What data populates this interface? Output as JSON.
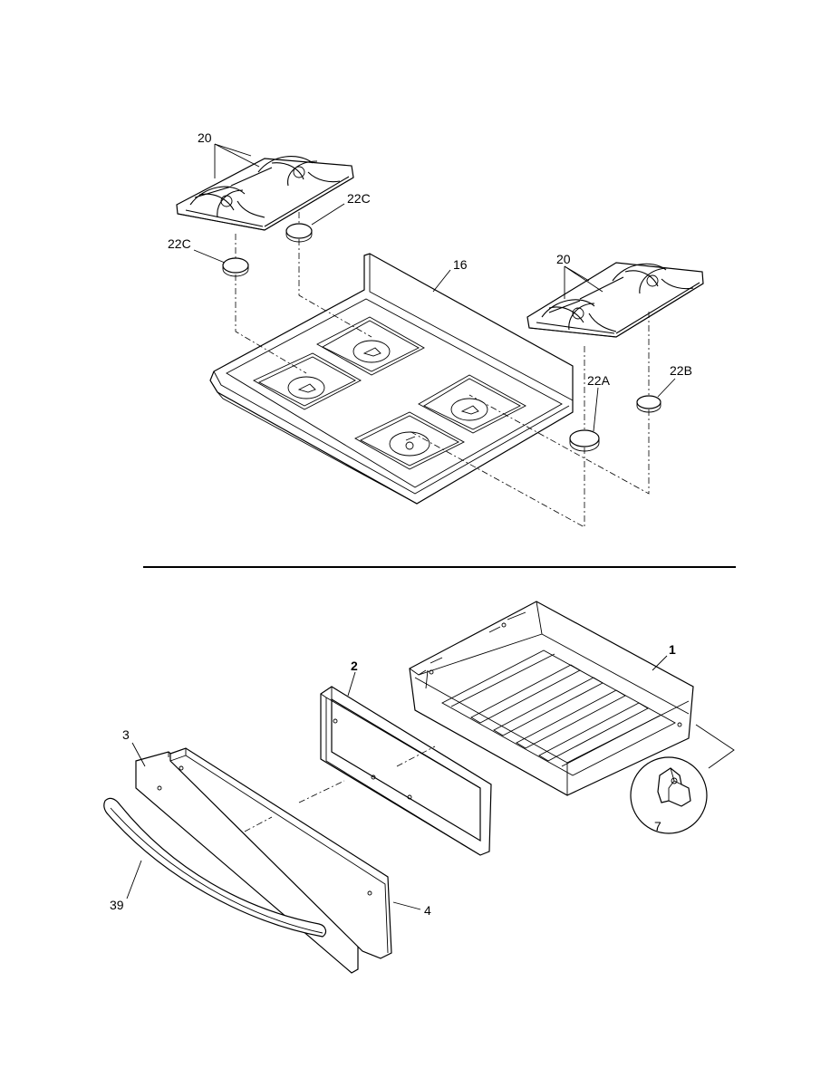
{
  "callouts": {
    "grates_left": "20",
    "cap_upper": "22C",
    "cap_lower": "22C",
    "cooktop": "16",
    "grates_right": "20",
    "cap_22a": "22A",
    "cap_22b": "22B",
    "drawer_body": "1",
    "drawer_liner": "2",
    "glide": "7",
    "drawer_panel": "3",
    "handle": "39",
    "drawer_front": "4"
  }
}
